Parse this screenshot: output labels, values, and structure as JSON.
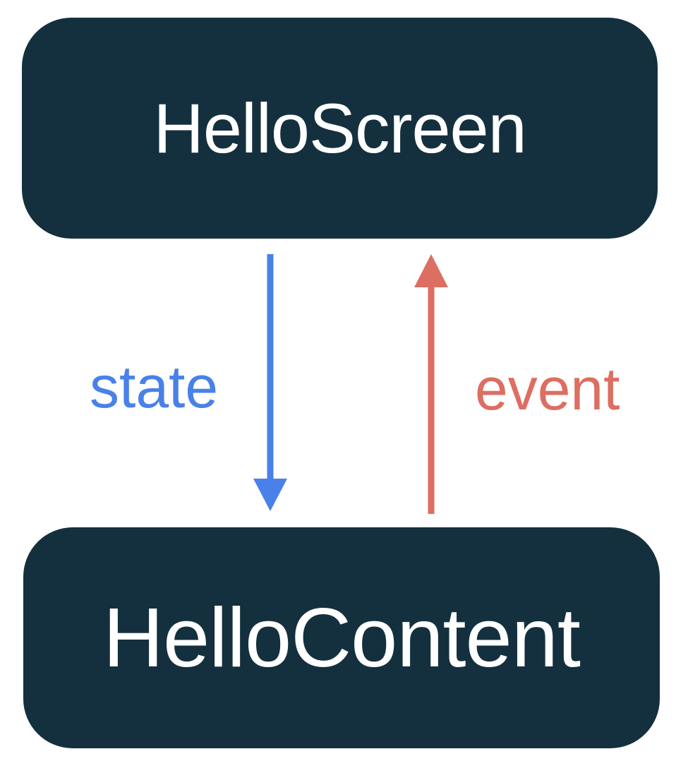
{
  "diagram": {
    "title": "state hoisting / unidirectional data flow diagram",
    "colors": {
      "background": "#FFFFFF",
      "node_fill": "#14303E",
      "node_text": "#FFFFFF",
      "state_arrow": "#4981E8",
      "event_arrow": "#DD6E62"
    },
    "nodes": {
      "top": {
        "label": "HelloScreen"
      },
      "bottom": {
        "label": "HelloContent"
      }
    },
    "arrows": {
      "state": {
        "label": "state",
        "direction": "down",
        "from": "HelloScreen",
        "to": "HelloContent",
        "color": "#4981E8"
      },
      "event": {
        "label": "event",
        "direction": "up",
        "from": "HelloContent",
        "to": "HelloScreen",
        "color": "#DD6E62"
      }
    }
  }
}
